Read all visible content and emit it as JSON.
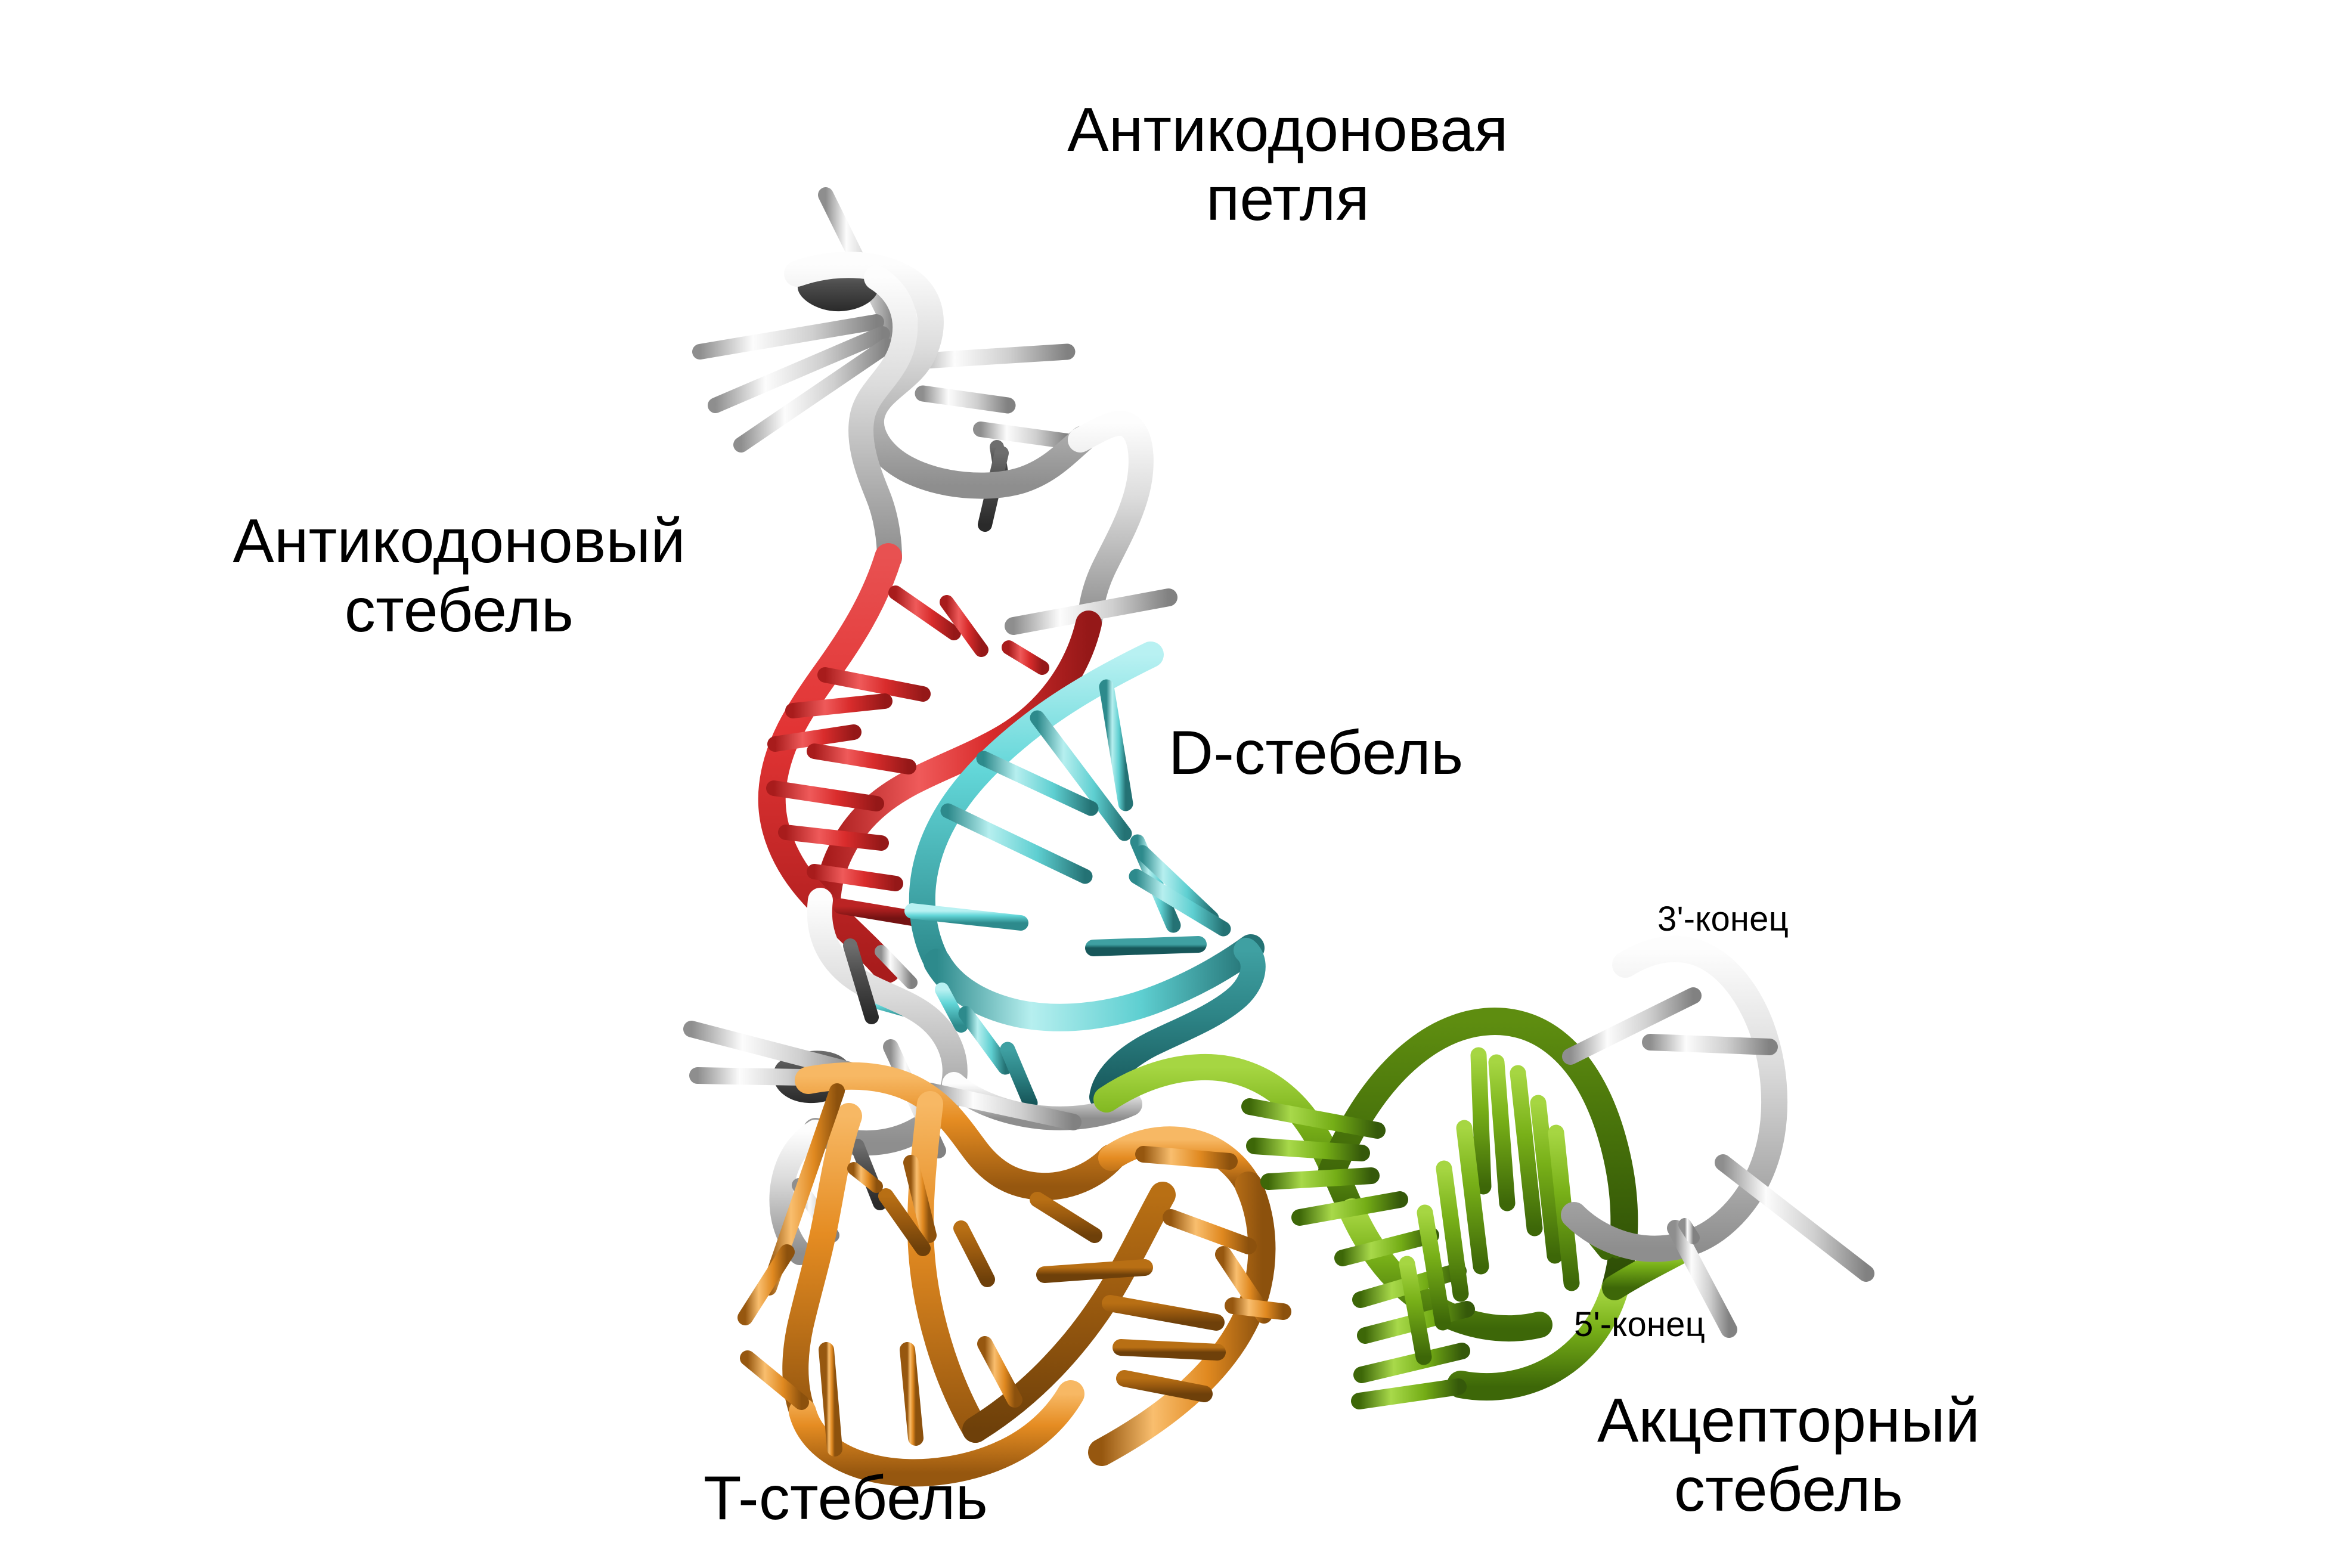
{
  "figure": {
    "title_present": false,
    "background_color": "#ffffff",
    "subject": "tRNA tertiary structure (cartoon tube + stick bases)",
    "text_color": "#000000"
  },
  "labels": {
    "anticodon_loop": "Антикодоновая\nпетля",
    "anticodon_stem": "Антикодоновый\nстебель",
    "d_stem": "D-стебель",
    "t_stem": "T-стебель",
    "acceptor_stem": "Акцепторный\nстебель",
    "three_prime_end": "3'-конец",
    "five_prime_end": "5'-конец"
  },
  "colors": {
    "anticodon_stem_red": "#d42b2b",
    "anticodon_stem_red_dark": "#9d1d1d",
    "d_stem_cyan": "#62d6d8",
    "d_stem_teal_dark": "#2d7f80",
    "acceptor_stem_green": "#76ae17",
    "acceptor_stem_green_dark": "#3e6a09",
    "t_stem_orange": "#e28a22",
    "t_stem_orange_dark": "#9c5b10",
    "linker_white": "#d8d8d8",
    "linker_gray_dark": "#4a4a4a",
    "background": "#ffffff",
    "text": "#000000"
  },
  "regions": [
    {
      "name": "anticodon-loop",
      "color_key": "linker_white",
      "label_key": "anticodon_loop"
    },
    {
      "name": "anticodon-stem",
      "color_key": "anticodon_stem_red",
      "label_key": "anticodon_stem"
    },
    {
      "name": "d-stem",
      "color_key": "d_stem_cyan",
      "label_key": "d_stem"
    },
    {
      "name": "t-stem",
      "color_key": "t_stem_orange",
      "label_key": "t_stem"
    },
    {
      "name": "acceptor-stem",
      "color_key": "acceptor_stem_green",
      "label_key": "acceptor_stem"
    },
    {
      "name": "three-prime-end",
      "color_key": "linker_white",
      "label_key": "three_prime_end"
    },
    {
      "name": "five-prime-end",
      "color_key": "linker_white",
      "label_key": "five_prime_end"
    }
  ]
}
